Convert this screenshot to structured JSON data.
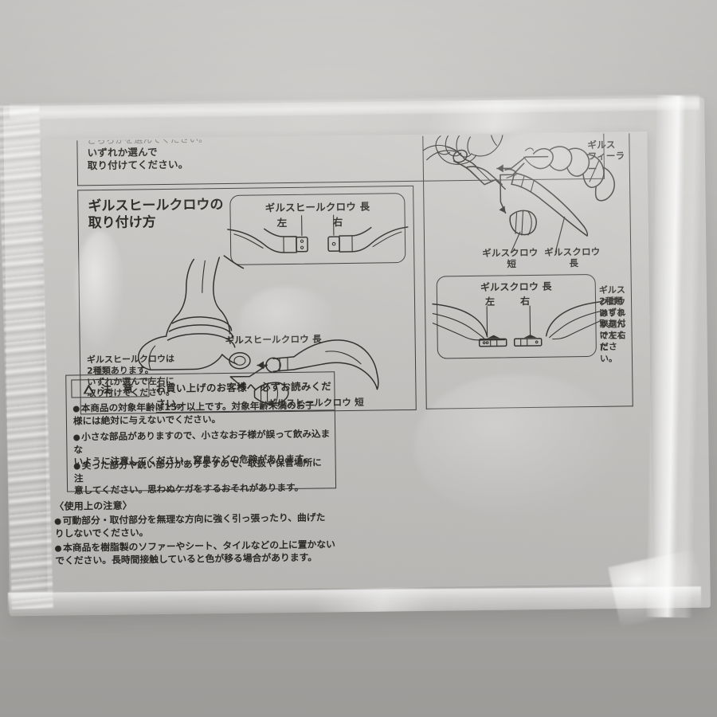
{
  "scene": {
    "description_name": "instruction-sheet-in-poly-bag",
    "background_color": "#b9b7b4",
    "paper_color": "#c6c4c1",
    "ink_color": "#2b2a25"
  },
  "sheet": {
    "cut_panel": {
      "line_faded": "どちらかを選んでください。",
      "line1": "いずれか選んで",
      "line2": "取り付けてください。"
    },
    "left_panel": {
      "title_line1": "ギルスヒールクロウの",
      "title_line2": "取り付け方",
      "detail_box": {
        "header": "ギルスヒールクロウ 長",
        "left_label": "左",
        "right_label": "右"
      },
      "callout_long": "ギルスヒールクロウ 長",
      "callout_short": "ギルスヒールクロウ 短",
      "note": [
        "ギルスヒールクロウは",
        "2種類あります。",
        "いずれか選んで左右に",
        "取り付けてください。"
      ]
    },
    "right_panel": {
      "feeler_label_line1": "ギルス",
      "feeler_label_line2": "フィーラー",
      "claw_short_line1": "ギルスクロウ",
      "claw_short_line2": "短",
      "claw_long_line1": "ギルスクロウ",
      "claw_long_line2": "長",
      "detail_box": {
        "header": "ギルスクロウ 長",
        "left_label": "左",
        "right_label": "右"
      },
      "note": [
        "ギルスクロウは",
        "2種類あります。",
        "いずれか選んで左右に",
        "取り付けてください。"
      ]
    },
    "caution_box": {
      "badge_icon": "warning-triangle-icon",
      "badge_text": "注 意",
      "lead": "お買い上げのお客様へ 必ずお読みください。",
      "items": [
        "本商品の対象年齢は15才以上です。対象年齢未満のお子\n様には絶対に与えないでください。",
        "小さな部品がありますので、小さなお子様が誤って飲み込まな\nいように注意してください。窒息などの危険があります。",
        "尖った部分や鋭い部分がありますので、取扱や保管場所に注\n意してください。思わぬケガをするおそれがあります。"
      ]
    },
    "usage_notes": {
      "header": "〈使用上の注意〉",
      "items": [
        "可動部分・取付部分を無理な方向に強く引っ張ったり、曲げた\nりしないでください。",
        "本商品を樹脂製のソファーやシート、タイルなどの上に置かない\nでください。長時間接触していると色が移る場合があります。"
      ]
    }
  }
}
